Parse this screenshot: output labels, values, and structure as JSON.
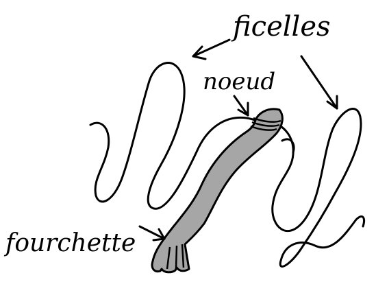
{
  "labels": {
    "strings": "ficelles",
    "knot": "noeud",
    "fork": "fourchette"
  },
  "colors": {
    "ink": "#000000",
    "fork_fill": "#a6a6a6",
    "background": "#ffffff"
  }
}
